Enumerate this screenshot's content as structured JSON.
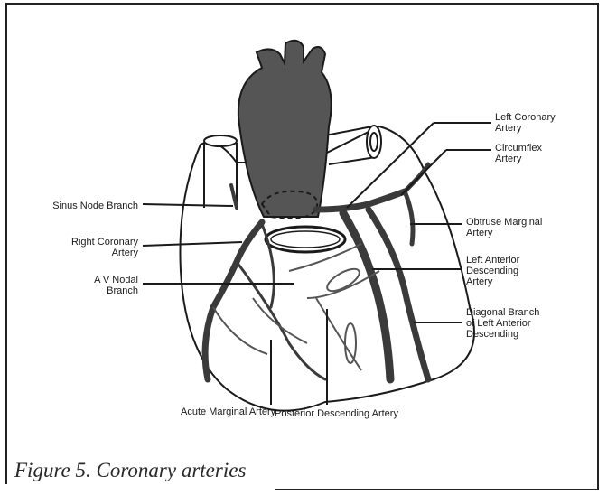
{
  "labels": {
    "sinus_node_branch": "Sinus Node Branch",
    "right_coronary_artery": "Right Coronary\nArtery",
    "av_nodal_branch": "A V Nodal\nBranch",
    "left_coronary_artery": "Left Coronary\nArtery",
    "circumflex_artery": "Circumflex\nArtery",
    "obtuse_marginal_artery": "Obtruse Marginal\nArtery",
    "left_anterior_descending_artery": "Left Anterior\nDescending\nArtery",
    "diagonal_branch": "Diagonal Branch\nof Left Anterior\nDescending",
    "acute_marginal_artery": "Acute Marginal Artery",
    "posterior_descending_artery": "Posterior Descending Artery"
  },
  "caption": "Figure 5. Coronary arteries",
  "colors": {
    "aorta_fill": "#555555",
    "artery_fill": "#3a3a3a",
    "outline": "#1a1a1a"
  }
}
